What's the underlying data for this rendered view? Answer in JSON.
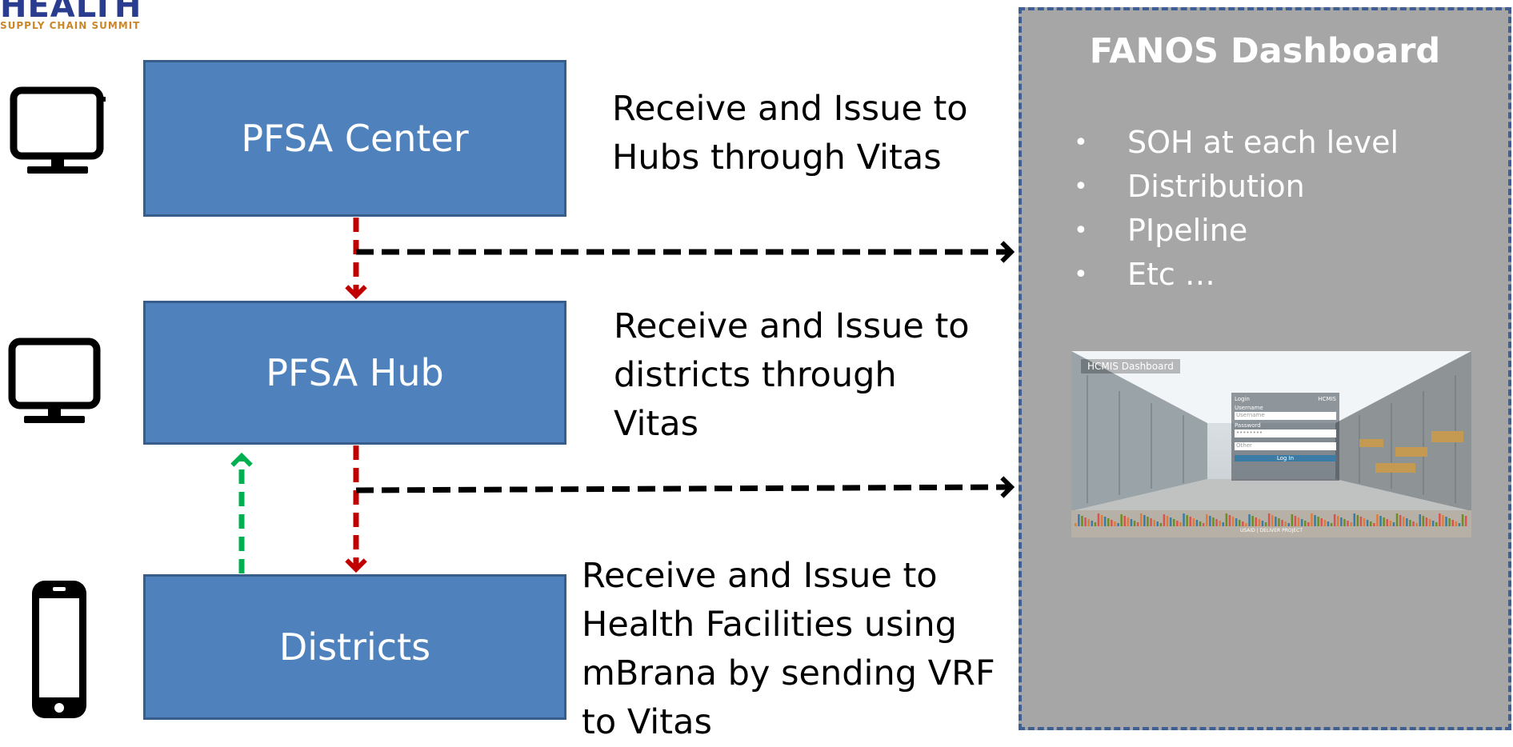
{
  "logo": {
    "line1": "HEALTH",
    "line2": "SUPPLY CHAIN SUMMIT"
  },
  "boxes": {
    "center": "PFSA Center",
    "hub": "PFSA Hub",
    "districts": "Districts"
  },
  "descriptions": {
    "center": "Receive and Issue to\nHubs through Vitas",
    "hub": "Receive and Issue to\ndistricts through\nVitas",
    "districts": "Receive and Issue to\nHealth Facilities using\nmBrana  by sending VRF\nto Vitas"
  },
  "dashboard": {
    "title": "FANOS Dashboard",
    "bullets": [
      "SOH at each level",
      "Distribution",
      "PIpeline",
      "Etc …"
    ],
    "screenshot": {
      "label": "HCMIS Dashboard",
      "login_title": "Login",
      "login_brand": "HCMIS",
      "username_label": "Username",
      "username_placeholder": "Username",
      "password_label": "Password",
      "password_value": "••••••••",
      "select_value": "Other",
      "button_label": "Log In",
      "footer": "USAID | DELIVER PROJECT"
    }
  },
  "colors": {
    "box_fill": "#4f81bd",
    "box_border": "#385d8a",
    "panel_fill": "#a6a6a6",
    "panel_border": "#3f5f93",
    "red_arrow": "#c00000",
    "green_arrow": "#00b050",
    "black_arrow": "#000000"
  },
  "icons": {
    "center_device": "desktop-monitor-icon",
    "hub_device": "desktop-monitor-icon",
    "districts_device": "mobile-phone-icon"
  }
}
